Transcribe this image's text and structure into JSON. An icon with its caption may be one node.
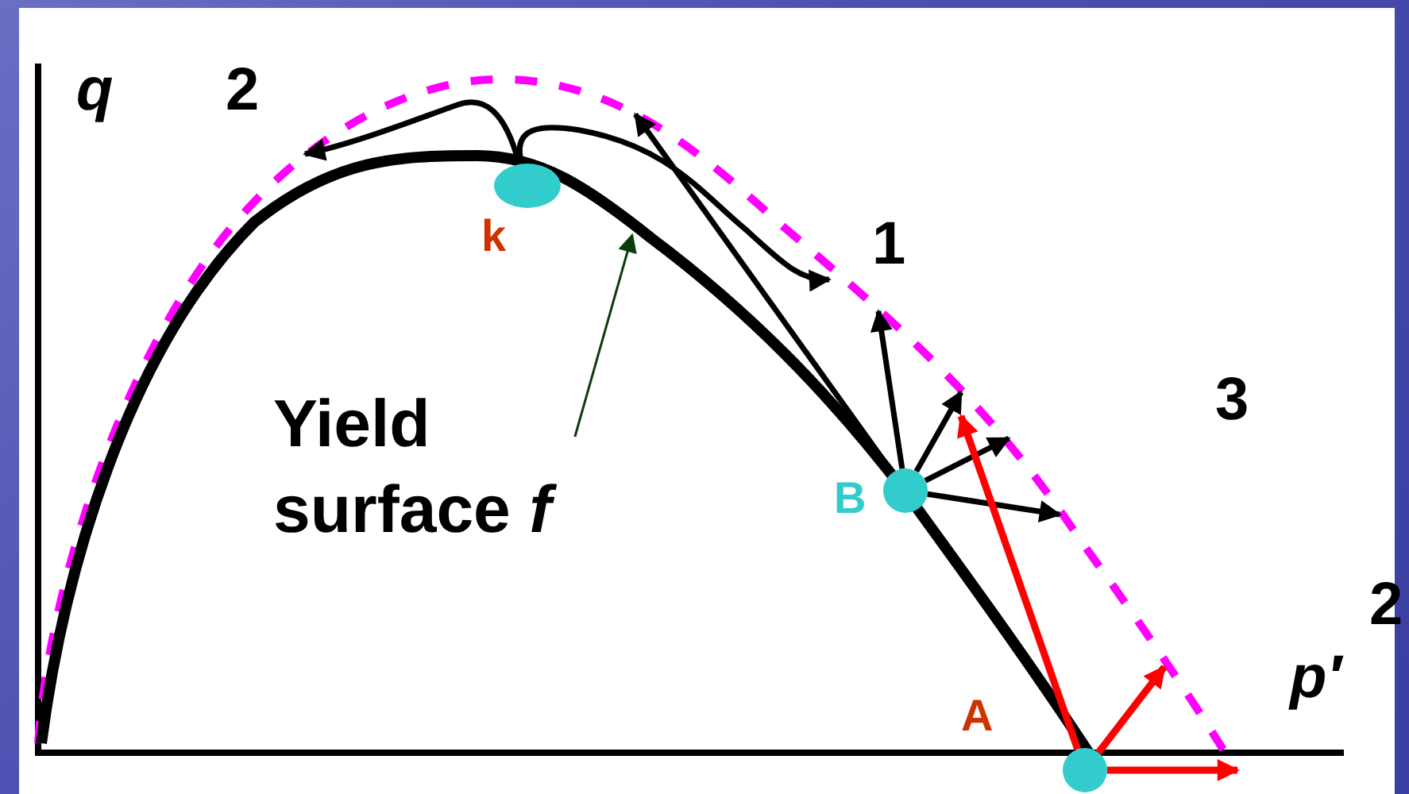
{
  "diagram": {
    "nodes": [
      {
        "text": [],
        "shape": "ellipse",
        "beside": [
          "k"
        ]
      },
      {
        "text": [
          "Yield surface *f*"
        ]
      },
      {
        "text": [],
        "shape": "circle",
        "beside": [
          "B"
        ]
      },
      {
        "text": [],
        "shape": "circle",
        "beside": [
          "A"
        ]
      }
    ],
    "edges": [
      {
        "from": 0,
        "to": null,
        "arrow": "to"
      },
      {
        "from": 0,
        "to": null,
        "arrow": "to"
      },
      {
        "from": 2,
        "to": null,
        "arrow": "to"
      },
      {
        "from": 2,
        "to": null,
        "arrow": "to"
      },
      {
        "from": 2,
        "to": null,
        "arrow": "to"
      },
      {
        "from": 2,
        "to": null,
        "arrow": "to"
      },
      {
        "from": 2,
        "to": null,
        "arrow": "to"
      },
      {
        "from": 3,
        "to": null,
        "arrow": "to",
        "color": "#ff0000"
      },
      {
        "from": 3,
        "to": null,
        "arrow": "to",
        "color": "#ff0000"
      },
      {
        "from": 3,
        "to": null,
        "arrow": "to",
        "color": "#ff0000"
      },
      {
        "from": 1,
        "to": null,
        "arrow": "to",
        "color": "#0b3d0b"
      }
    ],
    "labels": [
      "q",
      "2",
      "1",
      "3",
      "2",
      "p′"
    ]
  }
}
